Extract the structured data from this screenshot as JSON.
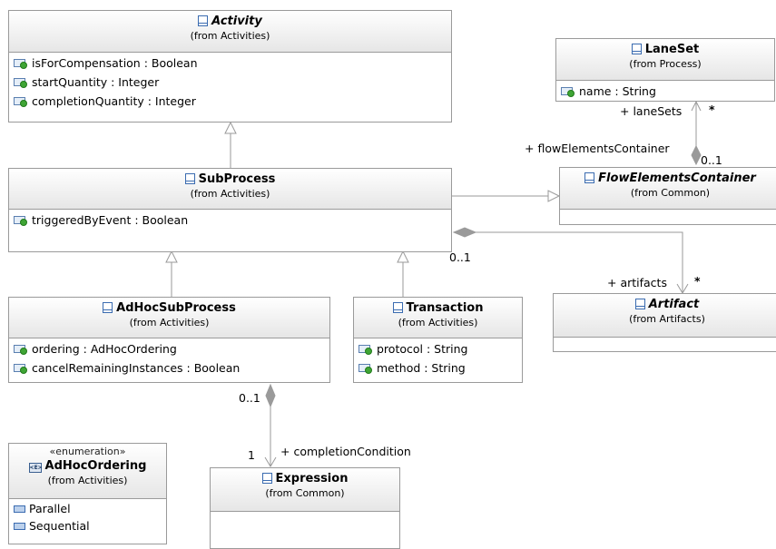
{
  "classes": {
    "activity": {
      "name": "Activity",
      "from": "(from Activities)",
      "attributes": [
        "isForCompensation : Boolean",
        "startQuantity : Integer",
        "completionQuantity : Integer"
      ]
    },
    "laneset": {
      "name": "LaneSet",
      "from": "(from Process)",
      "attributes": [
        "name : String"
      ]
    },
    "subprocess": {
      "name": "SubProcess",
      "from": "(from Activities)",
      "attributes": [
        "triggeredByEvent : Boolean"
      ]
    },
    "flowelementscontainer": {
      "name": "FlowElementsContainer",
      "from": "(from Common)"
    },
    "adhocsubprocess": {
      "name": "AdHocSubProcess",
      "from": "(from Activities)",
      "attributes": [
        "ordering : AdHocOrdering",
        "cancelRemainingInstances : Boolean"
      ]
    },
    "transaction": {
      "name": "Transaction",
      "from": "(from Activities)",
      "attributes": [
        "protocol : String",
        "method : String"
      ]
    },
    "artifact": {
      "name": "Artifact",
      "from": "(from Artifacts)"
    },
    "adhocordering": {
      "stereotype": "«enumeration»",
      "name": "AdHocOrdering",
      "from": "(from Activities)",
      "literals": [
        "Parallel",
        "Sequential"
      ]
    },
    "expression": {
      "name": "Expression",
      "from": "(from Common)"
    }
  },
  "labels": {
    "lanesets": "+ laneSets",
    "lanesets_mult": "*",
    "flowelementscontainer_role": "+ flowElementsContainer",
    "flowelementscontainer_mult": "0..1",
    "subprocess_artifacts_mult": "0..1",
    "artifacts_role": "+ artifacts",
    "artifacts_mult": "*",
    "adhoc_completion_mult": "0..1",
    "expression_mult": "1",
    "completioncondition_role": "+ completionCondition"
  }
}
